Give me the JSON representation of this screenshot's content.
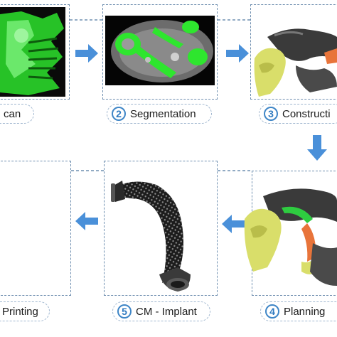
{
  "steps": [
    {
      "number": "",
      "label": "can"
    },
    {
      "number": "2",
      "label": "Segmentation"
    },
    {
      "number": "3",
      "label": "Constructi"
    },
    {
      "number": "4",
      "label": "Planning"
    },
    {
      "number": "5",
      "label": "CM - Implant"
    },
    {
      "number": "",
      "label": "Printing"
    }
  ],
  "colors": {
    "arrow": "#4a90d9",
    "box_border": "#6f8fb0",
    "number_ring": "#3f86c7",
    "segmentation_green": "#2ee62e",
    "bone_yellow": "#d9de6a",
    "implant_orange": "#e8743a"
  }
}
